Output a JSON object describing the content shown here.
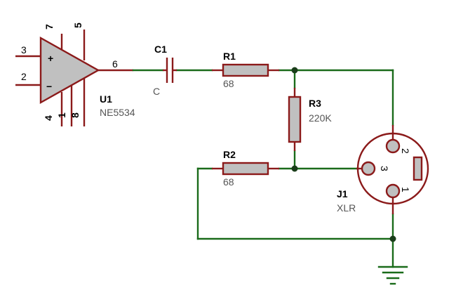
{
  "components": {
    "u1": {
      "ref": "U1",
      "value": "NE5534",
      "pins": {
        "p3": "3",
        "p2": "2",
        "p6": "6",
        "p7": "7",
        "p5": "5",
        "p4": "4",
        "p1": "1",
        "p8": "8"
      },
      "plus": "+",
      "minus": "−"
    },
    "c1": {
      "ref": "C1",
      "value": "C"
    },
    "r1": {
      "ref": "R1",
      "value": "68"
    },
    "r2": {
      "ref": "R2",
      "value": "68"
    },
    "r3": {
      "ref": "R3",
      "value": "220K"
    },
    "j1": {
      "ref": "J1",
      "value": "XLR",
      "pins": {
        "p1": "1",
        "p2": "2",
        "p3": "3"
      }
    }
  },
  "colors": {
    "wire": "#1a6b1a",
    "component": "#8b1a1a",
    "body": "#c0c0c0",
    "junction": "#1a3d1a"
  }
}
